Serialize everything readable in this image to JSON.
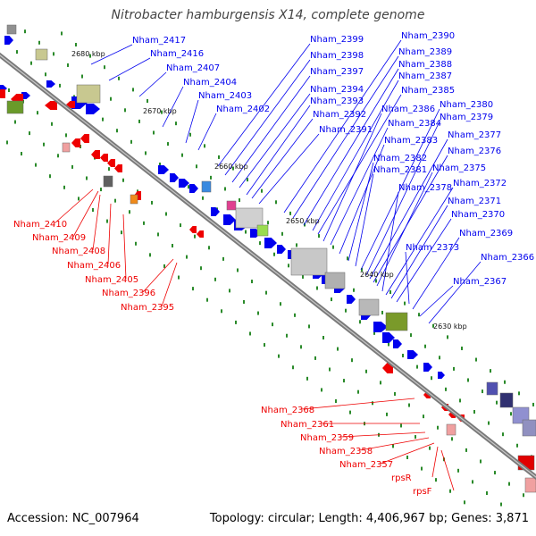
{
  "title": "Nitrobacter hamburgensis X14, complete genome",
  "footer": {
    "accession": "Accession: NC_007964",
    "stats": "Topology: circular; Length: 4,406,967 bp; Genes: 3,871"
  },
  "colors": {
    "forward": "#0000ee",
    "reverse": "#ee0000",
    "backbone": "#7a7a7a",
    "tick": "#2a8a2a"
  },
  "scale_labels": [
    "2680 kbp",
    "2670 kbp",
    "2660 kbp",
    "2650 kbp",
    "2640 kbp",
    "2630 kbp"
  ],
  "forward_genes": [
    "Nham_2417",
    "Nham_2416",
    "Nham_2407",
    "Nham_2404",
    "Nham_2403",
    "Nham_2402",
    "Nham_2399",
    "Nham_2398",
    "Nham_2397",
    "Nham_2394",
    "Nham_2393",
    "Nham_2392",
    "Nham_2391",
    "Nham_2390",
    "Nham_2389",
    "Nham_2388",
    "Nham_2387",
    "Nham_2385",
    "Nham_2386",
    "Nham_2384",
    "Nham_2383",
    "Nham_2382",
    "Nham_2381",
    "Nham_2380",
    "Nham_2379",
    "Nham_2377",
    "Nham_2376",
    "Nham_2375",
    "Nham_2378",
    "Nham_2372",
    "Nham_2371",
    "Nham_2370",
    "Nham_2373",
    "Nham_2369",
    "Nham_2366",
    "Nham_2367"
  ],
  "reverse_genes": [
    "Nham_2410",
    "Nham_2409",
    "Nham_2408",
    "Nham_2406",
    "Nham_2405",
    "Nham_2396",
    "Nham_2395",
    "Nham_2368",
    "Nham_2361",
    "Nham_2359",
    "Nham_2358",
    "Nham_2357",
    "rpsR",
    "rpsF"
  ]
}
